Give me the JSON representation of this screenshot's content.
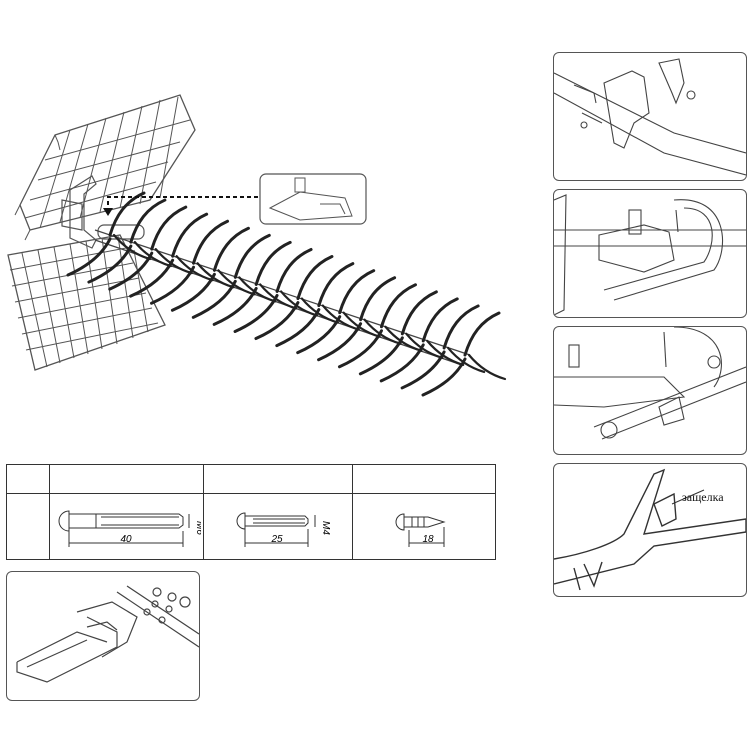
{
  "callouts": {
    "latch_label": "защелка"
  },
  "fasteners": [
    {
      "length": "40",
      "thread": "M6"
    },
    {
      "length": "25",
      "thread": "M4"
    },
    {
      "length": "18"
    }
  ]
}
